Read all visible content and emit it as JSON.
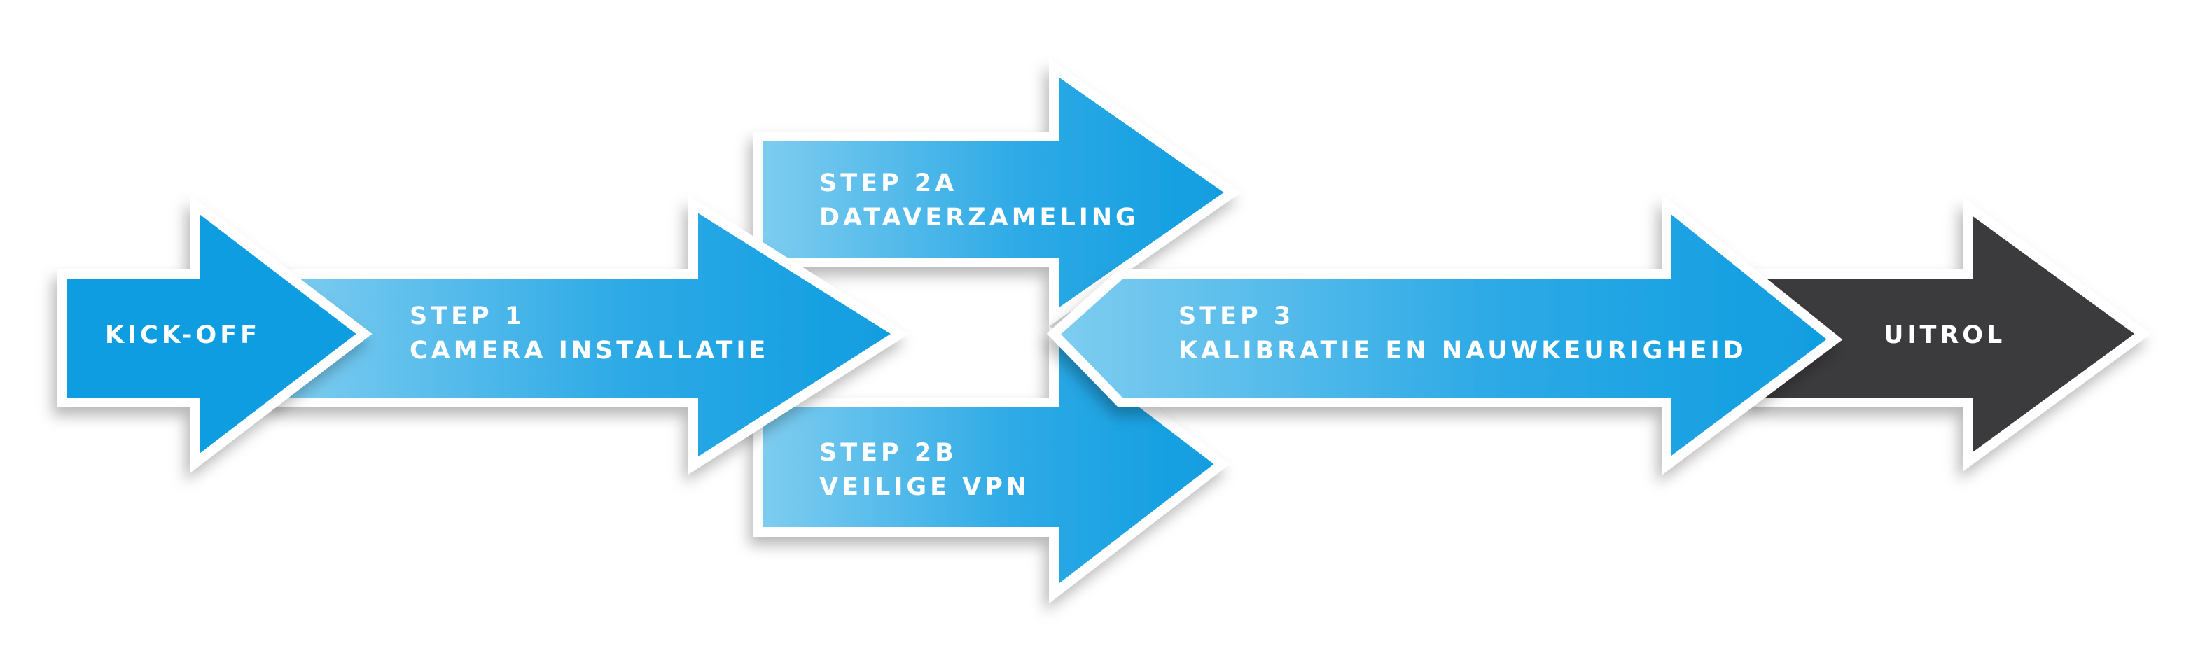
{
  "steps": {
    "kickoff": {
      "line1": "KICK-OFF"
    },
    "step1": {
      "line1": "STEP 1",
      "line2": "CAMERA INSTALLATIE"
    },
    "step2a": {
      "line1": "STEP 2A",
      "line2": "DATAVERZAMELING"
    },
    "step2b": {
      "line1": "STEP 2B",
      "line2": "VEILIGE VPN"
    },
    "step3": {
      "line1": "STEP 3",
      "line2": "KALIBRATIE EN NAUWKEURIGHEID"
    },
    "uitrol": {
      "line1": "UITROL"
    }
  },
  "colors": {
    "arrow_blue": "#0f9de0",
    "arrow_blue_light": "#7fcdf0",
    "arrow_dark": "#3a3a3c",
    "outline": "#ffffff",
    "text": "#ffffff"
  }
}
